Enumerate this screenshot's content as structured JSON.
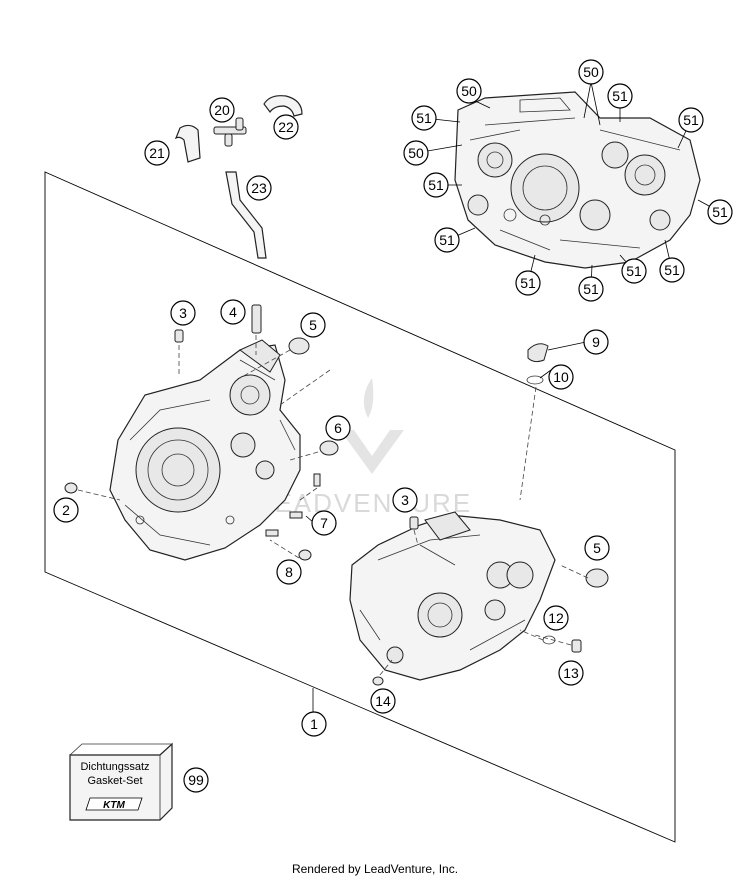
{
  "callouts": {
    "c1": "1",
    "c2": "2",
    "c3a": "3",
    "c3b": "3",
    "c4": "4",
    "c5a": "5",
    "c5b": "5",
    "c6": "6",
    "c7": "7",
    "c8": "8",
    "c9": "9",
    "c10": "10",
    "c12": "12",
    "c13": "13",
    "c14": "14",
    "c20": "20",
    "c21": "21",
    "c22": "22",
    "c23": "23",
    "c50a": "50",
    "c50b": "50",
    "c50c": "50",
    "c51a": "51",
    "c51b": "51",
    "c51c": "51",
    "c51d": "51",
    "c51e": "51",
    "c51f": "51",
    "c51g": "51",
    "c51h": "51",
    "c51i": "51",
    "c51j": "51",
    "c99": "99"
  },
  "gasket_kit": {
    "line1": "Dichtungssatz",
    "line2": "Gasket-Set",
    "brand": "KTM"
  },
  "watermark": "LEADVENTURE",
  "footer": "Rendered by LeadVenture, Inc."
}
